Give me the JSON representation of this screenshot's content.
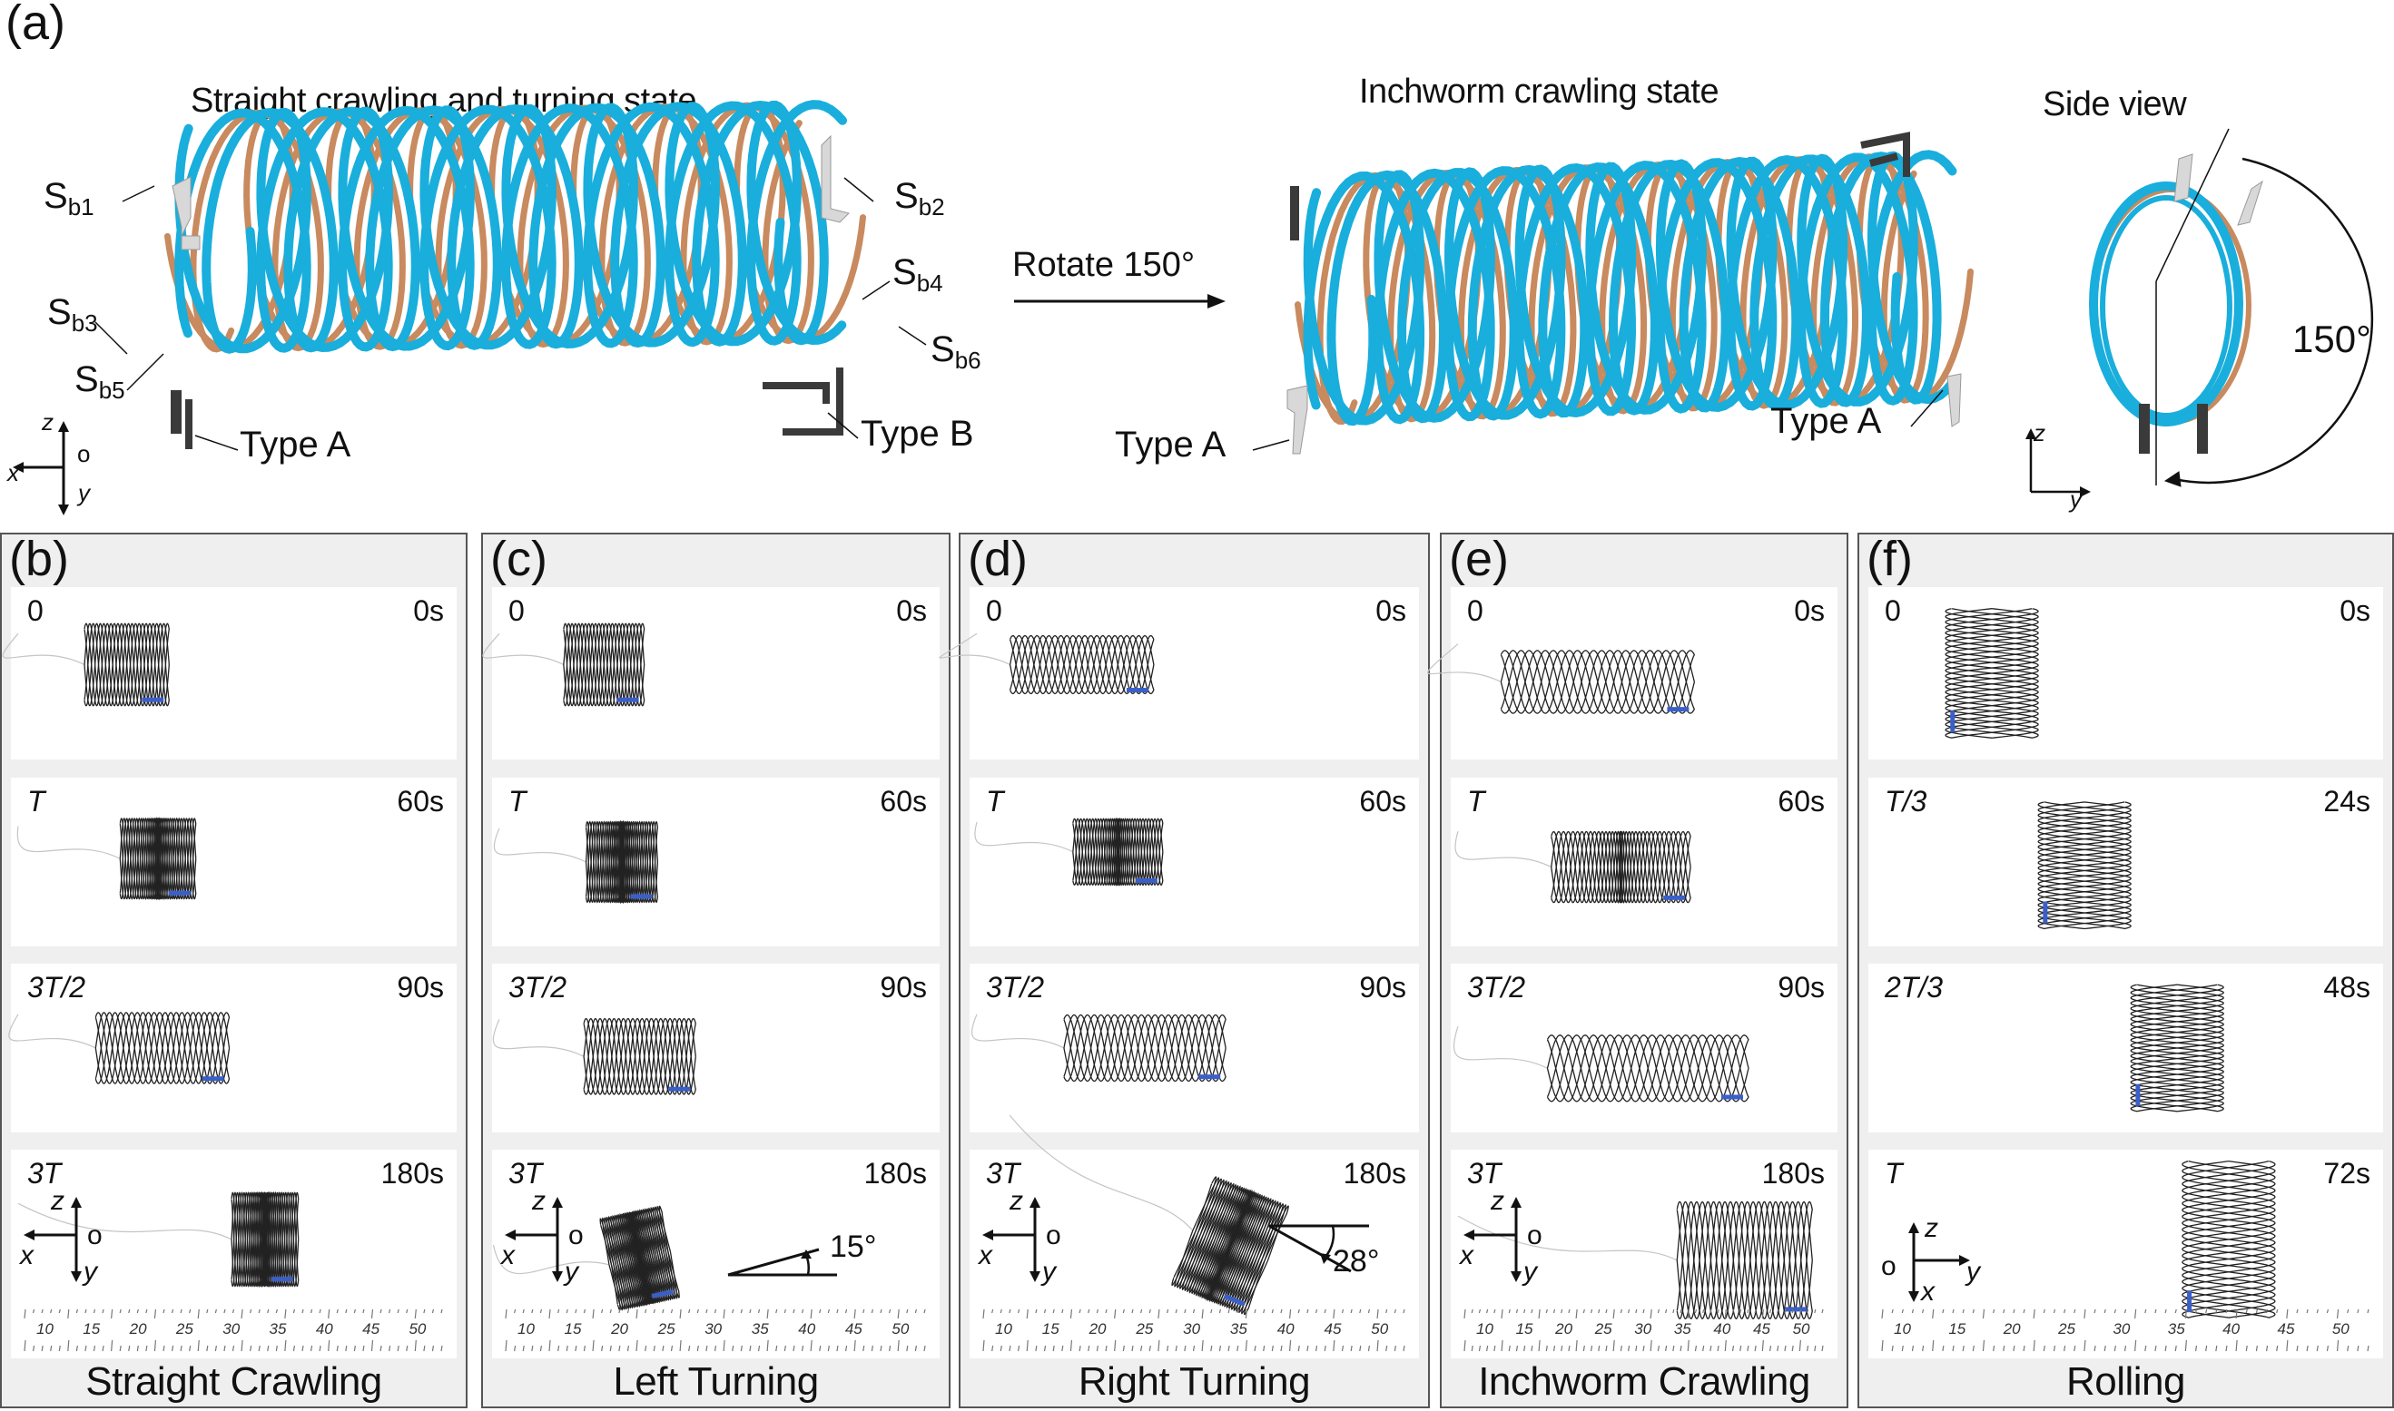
{
  "figure": {
    "panel_a": {
      "tag": "(a)",
      "straight_title": "Straight crawling and turning state",
      "inchworm_title": "Inchworm crawling state",
      "side_view_title": "Side view",
      "rotate_label": "Rotate 150°",
      "side_angle_label": "150°",
      "callouts": {
        "sb1": {
          "main": "S",
          "sub": "b1"
        },
        "sb2": {
          "main": "S",
          "sub": "b2"
        },
        "sb3": {
          "main": "S",
          "sub": "b3"
        },
        "sb4": {
          "main": "S",
          "sub": "b4"
        },
        "sb5": {
          "main": "S",
          "sub": "b5"
        },
        "sb6": {
          "main": "S",
          "sub": "b6"
        }
      },
      "type_a_left": "Type A",
      "type_b": "Type B",
      "inchworm_type_a_left": "Type A",
      "inchworm_type_a_right": "Type A",
      "axes_left": {
        "z": "z",
        "o": "o",
        "x": "x",
        "y": "y"
      },
      "axes_side": {
        "z": "z",
        "y": "y"
      },
      "colors": {
        "cyan_helix": "#19AEDC",
        "copper_helix": "#C88A5E",
        "foot": "#3a3a3a",
        "bracket": "#d8d8d8"
      }
    },
    "panels": [
      {
        "tag": "(b)",
        "caption": "Straight Crawling",
        "frames": [
          {
            "phase": "0",
            "time": "0s",
            "italic": false
          },
          {
            "phase": "T",
            "time": "60s",
            "italic": true
          },
          {
            "phase": "3T/2",
            "time": "90s",
            "italic": true
          },
          {
            "phase": "3T",
            "time": "180s",
            "italic": true
          }
        ],
        "axes": {
          "z": "z",
          "o": "o",
          "x": "x",
          "y": "y"
        },
        "angle": null
      },
      {
        "tag": "(c)",
        "caption": "Left Turning",
        "frames": [
          {
            "phase": "0",
            "time": "0s",
            "italic": false
          },
          {
            "phase": "T",
            "time": "60s",
            "italic": true
          },
          {
            "phase": "3T/2",
            "time": "90s",
            "italic": true
          },
          {
            "phase": "3T",
            "time": "180s",
            "italic": true
          }
        ],
        "axes": {
          "z": "z",
          "o": "o",
          "x": "x",
          "y": "y"
        },
        "angle": "15°"
      },
      {
        "tag": "(d)",
        "caption": "Right Turning",
        "frames": [
          {
            "phase": "0",
            "time": "0s",
            "italic": false
          },
          {
            "phase": "T",
            "time": "60s",
            "italic": true
          },
          {
            "phase": "3T/2",
            "time": "90s",
            "italic": true
          },
          {
            "phase": "3T",
            "time": "180s",
            "italic": true
          }
        ],
        "axes": {
          "z": "z",
          "o": "o",
          "x": "x",
          "y": "y"
        },
        "angle": "28°"
      },
      {
        "tag": "(e)",
        "caption": "Inchworm Crawling",
        "frames": [
          {
            "phase": "0",
            "time": "0s",
            "italic": false
          },
          {
            "phase": "T",
            "time": "60s",
            "italic": true
          },
          {
            "phase": "3T/2",
            "time": "90s",
            "italic": true
          },
          {
            "phase": "3T",
            "time": "180s",
            "italic": true
          }
        ],
        "axes": {
          "z": "z",
          "o": "o",
          "x": "x",
          "y": "y"
        },
        "angle": null
      },
      {
        "tag": "(f)",
        "caption": "Rolling",
        "frames": [
          {
            "phase": "0",
            "time": "0s",
            "italic": false
          },
          {
            "phase": "T/3",
            "time": "24s",
            "italic": true
          },
          {
            "phase": "2T/3",
            "time": "48s",
            "italic": true
          },
          {
            "phase": "T",
            "time": "72s",
            "italic": true
          }
        ],
        "axes": {
          "z": "z",
          "o": "o",
          "x": "x",
          "y": "y"
        },
        "angle": null
      }
    ],
    "ruler_ticks": [
      "10",
      "15",
      "20",
      "25",
      "30",
      "35",
      "40",
      "45",
      "50"
    ]
  }
}
